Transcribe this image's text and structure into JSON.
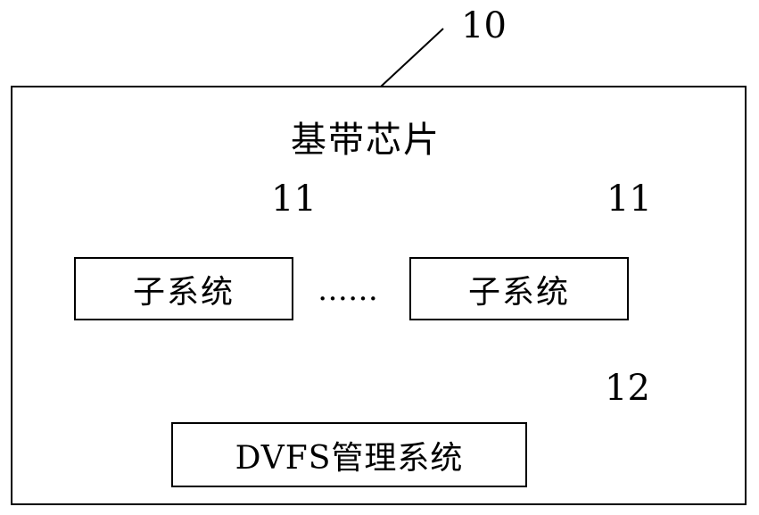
{
  "chip": {
    "ref": "10",
    "title": "基带芯片"
  },
  "subsystem_left": {
    "ref": "11",
    "label": "子系统"
  },
  "subsystem_right": {
    "ref": "11",
    "label": "子系统"
  },
  "ellipsis": "……",
  "dvfs": {
    "ref": "12",
    "label": "DVFS管理系统"
  }
}
